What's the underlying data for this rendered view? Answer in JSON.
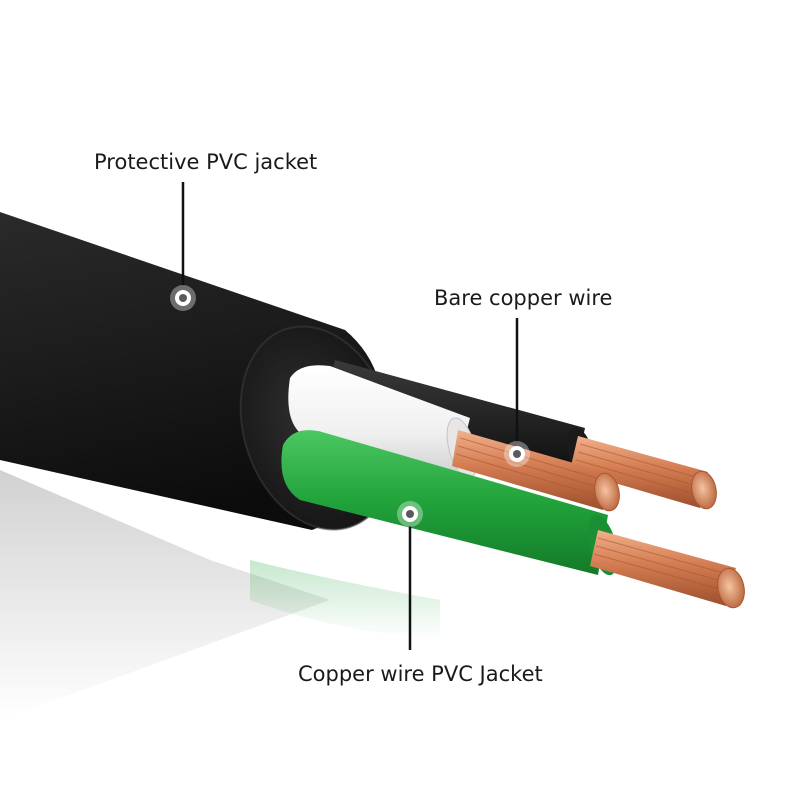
{
  "callouts": {
    "protective_jacket": "Protective PVC jacket",
    "bare_copper": "Bare copper wire",
    "inner_jacket": "Copper wire PVC Jacket"
  },
  "colors": {
    "outer_jacket": "#1c1c1c",
    "white_conductor": "#f4f4f4",
    "green_conductor": "#1fa23a",
    "black_conductor": "#161616",
    "copper": "#d27a52",
    "leader_line": "#111111",
    "marker_fill": "#5a5a5a"
  }
}
